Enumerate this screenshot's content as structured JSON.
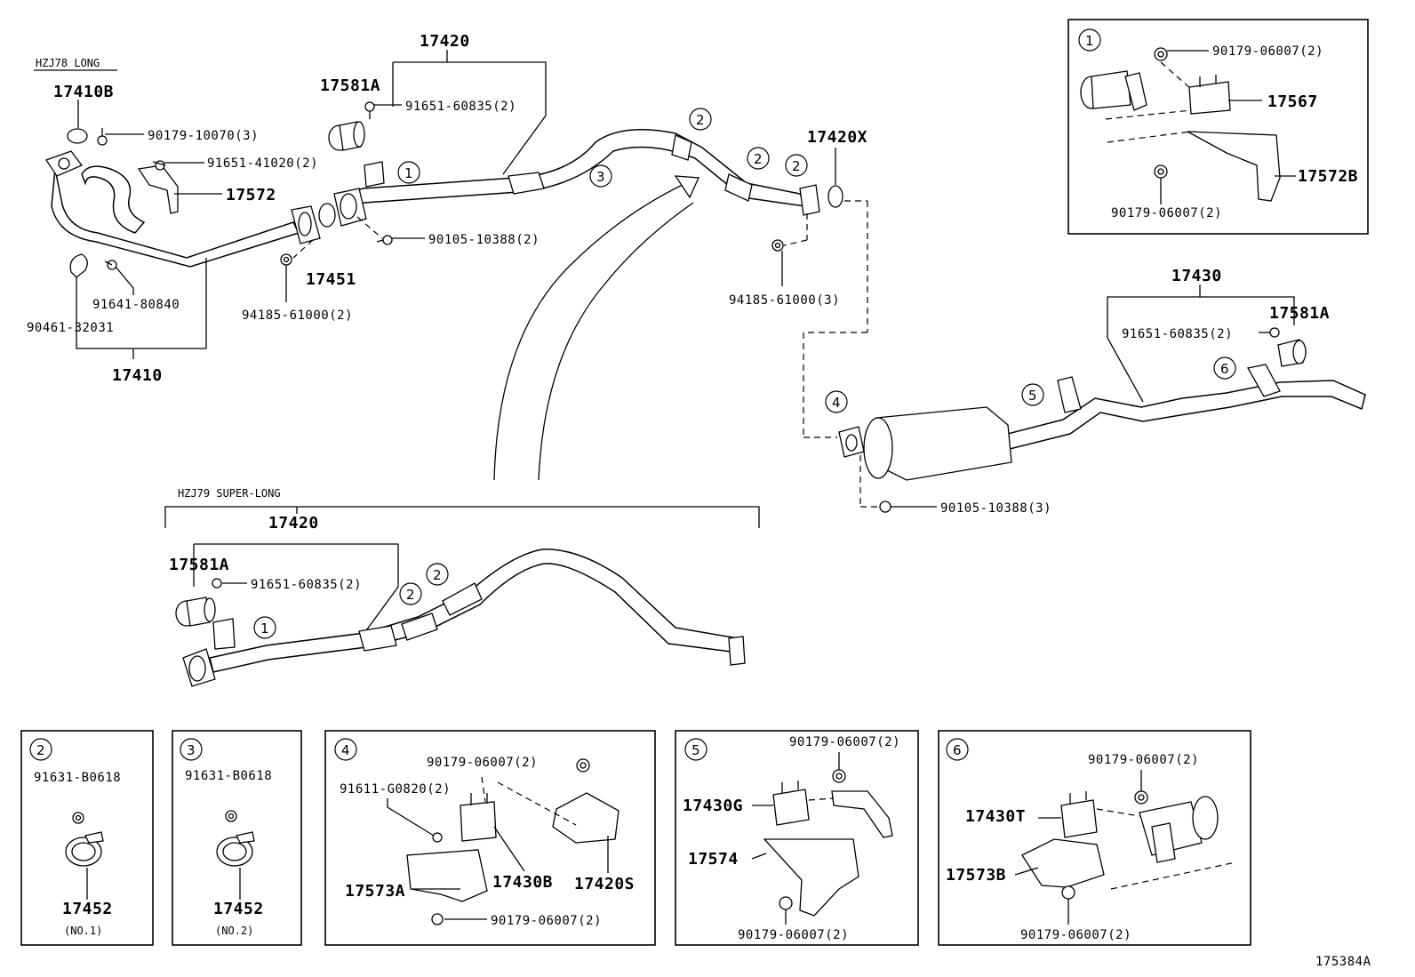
{
  "variants": {
    "long": "HZJ78 LONG",
    "super_long": "HZJ79 SUPER-LONG"
  },
  "parts": {
    "p17420": "17420",
    "p17581A": "17581A",
    "p91651_60835_2": "91651-60835(2)",
    "p17410B": "17410B",
    "p90179_10070_3": "90179-10070(3)",
    "p91651_41020_2": "91651-41020(2)",
    "p17572": "17572",
    "p90105_10388_2": "90105-10388(2)",
    "p17451": "17451",
    "p94185_61000_2": "94185-61000(2)",
    "p91641_80840": "91641-80840",
    "p90461_32031": "90461-32031",
    "p17410": "17410",
    "p17420X": "17420X",
    "p94185_61000_3": "94185-61000(3)",
    "p17430": "17430",
    "p90105_10388_3": "90105-10388(3)",
    "p90179_06007_2": "90179-06007(2)",
    "p17567": "17567",
    "p17572B": "17572B",
    "p91631_B0618": "91631-B0618",
    "p17452": "17452",
    "no1": "(NO.1)",
    "no2": "(NO.2)",
    "p91611_G0820_2": "91611-G0820(2)",
    "p17430B": "17430B",
    "p17420S": "17420S",
    "p17573A": "17573A",
    "p17430G": "17430G",
    "p17574": "17574",
    "p17430T": "17430T",
    "p17573B": "17573B"
  },
  "callouts": {
    "c1": "1",
    "c2": "2",
    "c3": "3",
    "c4": "4",
    "c5": "5",
    "c6": "6"
  },
  "figure_id": "175384A"
}
